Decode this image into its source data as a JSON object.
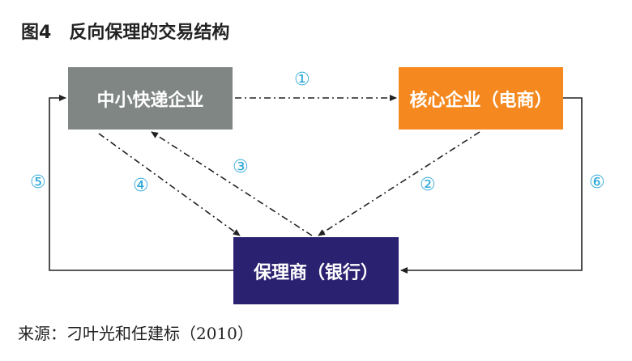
{
  "figure": {
    "number": "图4",
    "title": "反向保理的交易结构"
  },
  "nodes": {
    "sme": "中小快递企业",
    "core": "核心企业（电商）",
    "factor": "保理商（银行）"
  },
  "flow_markers": {
    "m1": "①",
    "m2": "②",
    "m3": "③",
    "m4": "④",
    "m5": "⑤",
    "m6": "⑥"
  },
  "source": "来源：刁叶光和任建标（2010）",
  "colors": {
    "sme_box": "#7f8684",
    "core_box": "#f5891f",
    "factor_box": "#2b2171",
    "marker": "#30a9d8",
    "line": "#222222"
  }
}
